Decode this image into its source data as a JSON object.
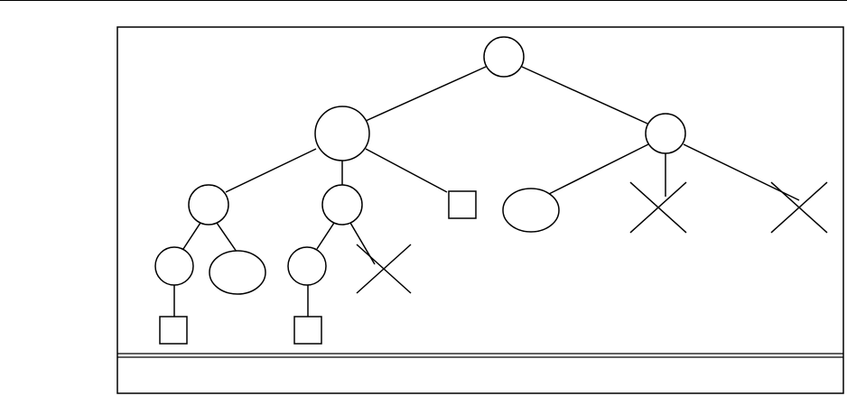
{
  "diagram": {
    "type": "tree",
    "stroke_color": "#000000",
    "background_color": "#ffffff",
    "nodes": [
      {
        "id": "root",
        "shape": "circle"
      },
      {
        "id": "left",
        "shape": "circle"
      },
      {
        "id": "right",
        "shape": "circle"
      },
      {
        "id": "ll",
        "shape": "circle"
      },
      {
        "id": "lm",
        "shape": "circle"
      },
      {
        "id": "lr",
        "shape": "square"
      },
      {
        "id": "rl",
        "shape": "ellipse"
      },
      {
        "id": "rm",
        "shape": "cross"
      },
      {
        "id": "rr",
        "shape": "cross"
      },
      {
        "id": "lll",
        "shape": "circle"
      },
      {
        "id": "llr",
        "shape": "ellipse"
      },
      {
        "id": "lml",
        "shape": "circle"
      },
      {
        "id": "lmr",
        "shape": "cross"
      },
      {
        "id": "llll",
        "shape": "square"
      },
      {
        "id": "lmll",
        "shape": "square"
      }
    ],
    "edges": [
      {
        "from": "root",
        "to": "left"
      },
      {
        "from": "root",
        "to": "right"
      },
      {
        "from": "left",
        "to": "ll"
      },
      {
        "from": "left",
        "to": "lm"
      },
      {
        "from": "left",
        "to": "lr"
      },
      {
        "from": "right",
        "to": "rl"
      },
      {
        "from": "right",
        "to": "rm"
      },
      {
        "from": "right",
        "to": "rr"
      },
      {
        "from": "ll",
        "to": "lll"
      },
      {
        "from": "ll",
        "to": "llr"
      },
      {
        "from": "lm",
        "to": "lml"
      },
      {
        "from": "lm",
        "to": "lmr"
      },
      {
        "from": "lll",
        "to": "llll"
      },
      {
        "from": "lml",
        "to": "lmll"
      }
    ],
    "caption": ""
  }
}
